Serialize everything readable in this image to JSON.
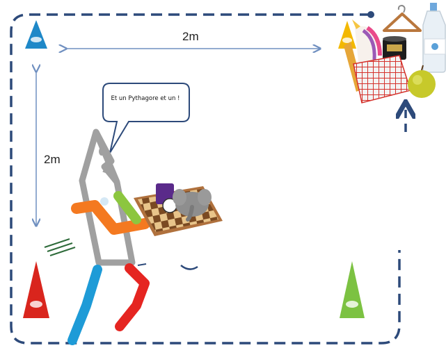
{
  "distance_labels": {
    "horizontal": "2m",
    "vertical": "2m"
  },
  "speech_bubble": {
    "text": "Et un Pythagore et un !"
  },
  "cones": [
    {
      "position": "top-left",
      "color": "#1e88c8"
    },
    {
      "position": "top-right",
      "color": "#f3b800"
    },
    {
      "position": "bottom-left",
      "color": "#d9251d"
    },
    {
      "position": "bottom-right",
      "color": "#7cc242"
    }
  ],
  "colors": {
    "path": "#2d4a7a",
    "measure_arrow": "#6f8fc0",
    "robot_body": "#a0a0a0",
    "left_arm": "#f47920",
    "right_arm": "#8cc63f",
    "left_leg": "#1e9bd7",
    "right_leg": "#e52521",
    "chessboard": "#b0713d"
  },
  "objects": [
    "chessboard-with-toys",
    "unicorn",
    "hanger",
    "tin-can",
    "water-bottle",
    "tablecloth",
    "apple"
  ]
}
